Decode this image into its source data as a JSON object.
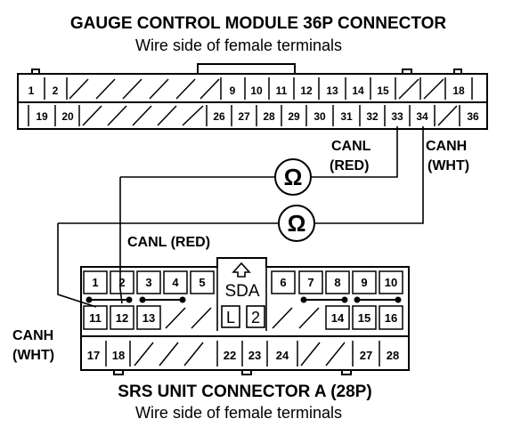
{
  "top_connector": {
    "title": "GAUGE CONTROL MODULE 36P CONNECTOR",
    "subtitle": "Wire side of female terminals",
    "row1": [
      "1",
      "2",
      "9",
      "10",
      "11",
      "12",
      "13",
      "14",
      "15",
      "18"
    ],
    "row2": [
      "19",
      "20",
      "26",
      "27",
      "28",
      "29",
      "30",
      "31",
      "32",
      "33",
      "34",
      "36"
    ]
  },
  "labels": {
    "canl_top": "CANL",
    "red_top": "(RED)",
    "canh_top": "CANH",
    "wht_top": "(WHT)",
    "canl_mid": "CANL (RED)",
    "canh_left": "CANH",
    "wht_left": "(WHT)"
  },
  "meters": [
    {
      "symbol": "Ω"
    },
    {
      "symbol": "Ω"
    }
  ],
  "bottom_connector": {
    "title": "SRS UNIT CONNECTOR A (28P)",
    "subtitle": "Wire side of female terminals",
    "sda_label": "SDA",
    "box_l": "L",
    "box_2": "2",
    "row1": [
      "1",
      "2",
      "3",
      "4",
      "5",
      "6",
      "7",
      "8",
      "9",
      "10"
    ],
    "row2": [
      "11",
      "12",
      "13",
      "14",
      "15",
      "16"
    ],
    "row3": [
      "17",
      "18",
      "22",
      "23",
      "24",
      "27",
      "28"
    ]
  }
}
